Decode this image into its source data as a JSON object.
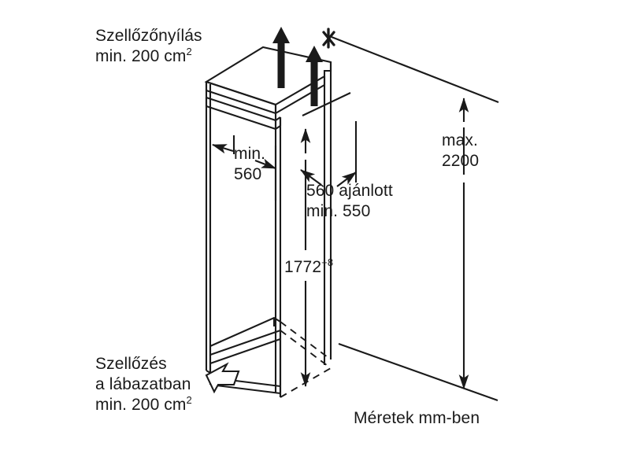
{
  "diagram": {
    "title": "Built-in refrigerator niche installation dimensions",
    "units_note": "Méretek mm-ben",
    "line_color": "#1a1a1a",
    "background_color": "#ffffff",
    "labels": {
      "vent_top": {
        "line1": "Szellőzőnyílás",
        "line2": "min. 200 cm",
        "line2_sup": "2"
      },
      "vent_base": {
        "line1": "Szellőzés",
        "line2": "a lábazatban",
        "line3": "min. 200 cm",
        "line3_sup": "2"
      },
      "niche_width": {
        "line1": "min.",
        "line2": "560"
      },
      "niche_depth": {
        "line1": "560 ajánlott",
        "line2": "min. 550"
      },
      "niche_height": {
        "value": "1772",
        "tolerance": "+8"
      },
      "max_height": {
        "line1": "max.",
        "line2": "2200"
      }
    }
  }
}
